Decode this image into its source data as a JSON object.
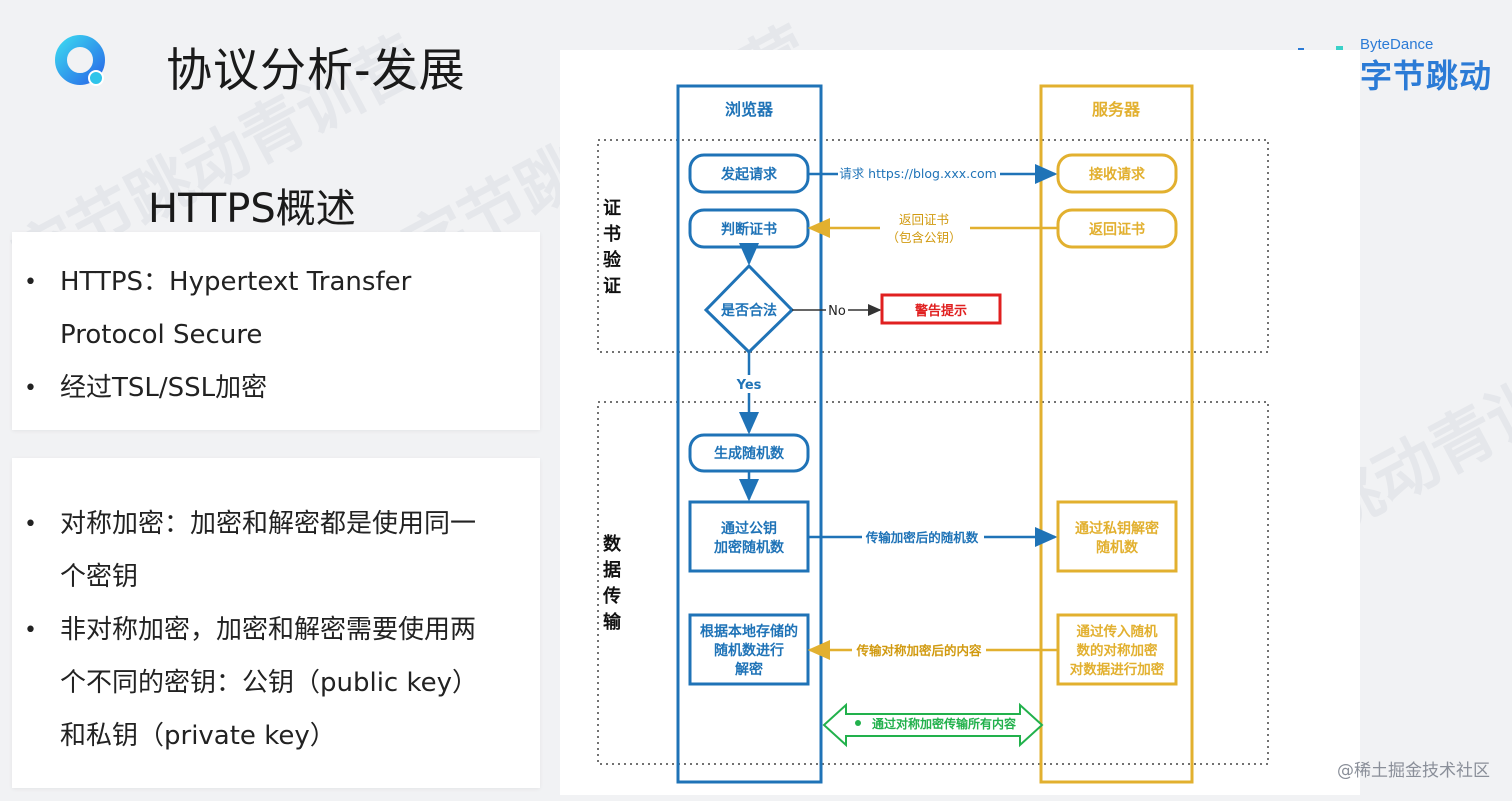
{
  "header": {
    "title": "协议分析-发展",
    "section_title": "HTTPS概述"
  },
  "brand": {
    "name_en": "ByteDance",
    "name_cn": "字节跳动"
  },
  "card1": {
    "items": [
      "HTTPS：Hypertext Transfer",
      "Protocol Secure",
      "经过TSL/SSL加密"
    ]
  },
  "card2": {
    "items": [
      "对称加密：加密和解密都是使用同一",
      "个密钥",
      "非对称加密，加密和解密需要使用两",
      "个不同的密钥：公钥（public key）",
      "和私钥（private key）"
    ]
  },
  "diagram": {
    "browser_label": "浏览器",
    "server_label": "服务器",
    "section_cert": "证书验证",
    "section_data": "数据传输",
    "cert_chars": [
      "证",
      "书",
      "验",
      "证"
    ],
    "data_chars": [
      "数",
      "据",
      "传",
      "输"
    ],
    "send_request": "发起请求",
    "request_label": "请求 https://blog.xxx.com",
    "receive_request": "接收请求",
    "verify_cert": "判断证书",
    "return_cert_label_1": "返回证书",
    "return_cert_label_2": "（包含公钥）",
    "return_cert": "返回证书",
    "is_valid": "是否合法",
    "no_label": "No",
    "warning": "警告提示",
    "yes_label": "Yes",
    "gen_random": "生成随机数",
    "encrypt_random_1": "通过公钥",
    "encrypt_random_2": "加密随机数",
    "transfer_encrypted_random": "传输加密后的随机数",
    "decrypt_random_1": "通过私钥解密",
    "decrypt_random_2": "随机数",
    "local_decrypt_1": "根据本地存储的",
    "local_decrypt_2": "随机数进行",
    "local_decrypt_3": "解密",
    "transfer_sym_content": "传输对称加密后的内容",
    "server_encrypt_1": "通过传入随机",
    "server_encrypt_2": "数的对称加密",
    "server_encrypt_3": "对数据进行加密",
    "all_content": "通过对称加密传输所有内容",
    "colors": {
      "browser": "#1f73b7",
      "server": "#e2b02f",
      "warning": "#e02020",
      "all": "#22b14c"
    }
  },
  "watermark_text": "字节跳动青训营",
  "footer": "@稀土掘金技术社区"
}
